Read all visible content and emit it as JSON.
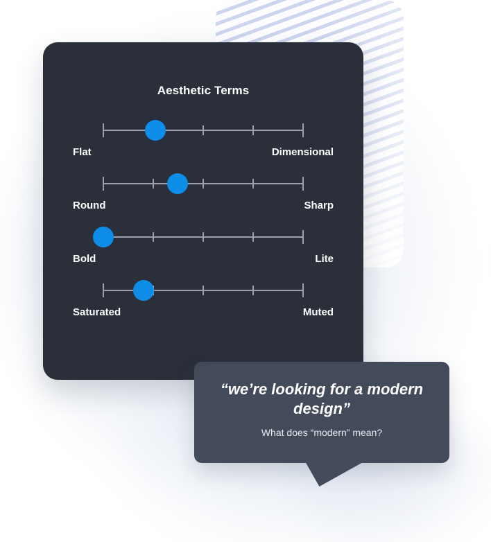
{
  "theme": {
    "panel_bg": "#2a2f3a",
    "bubble_bg": "#434a59",
    "knob_color": "#0d8ce8",
    "track_color": "#9aa1ad",
    "stripe_color": "#ccd5ee",
    "text_color": "#ffffff"
  },
  "panel": {
    "title": "Aesthetic Terms"
  },
  "sliders": [
    {
      "name": "flat-dimensional",
      "left_label": "Flat",
      "right_label": "Dimensional",
      "value_percent": 26,
      "ticks_percent": [
        0,
        25,
        50,
        75,
        100
      ]
    },
    {
      "name": "round-sharp",
      "left_label": "Round",
      "right_label": "Sharp",
      "value_percent": 37,
      "ticks_percent": [
        0,
        25,
        50,
        75,
        100
      ]
    },
    {
      "name": "bold-lite",
      "left_label": "Bold",
      "right_label": "Lite",
      "value_percent": 0,
      "ticks_percent": [
        0,
        25,
        50,
        75,
        100
      ]
    },
    {
      "name": "saturated-muted",
      "left_label": "Saturated",
      "right_label": "Muted",
      "value_percent": 20,
      "ticks_percent": [
        0,
        25,
        50,
        75,
        100
      ]
    }
  ],
  "speech_bubble": {
    "quote": "“we’re looking for a modern design”",
    "subtitle": "What does “modern” mean?"
  }
}
